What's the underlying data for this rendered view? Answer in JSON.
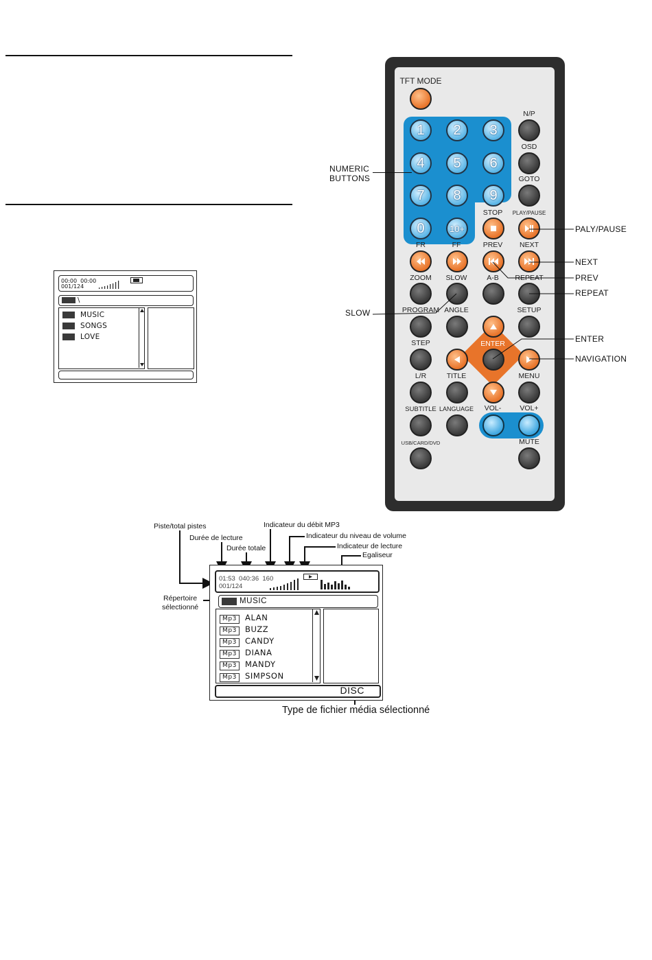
{
  "top_screen": {
    "time_current": "00:00",
    "time_total": "00:00",
    "track": "001/124",
    "path": "\\",
    "folders": [
      "MUSIC",
      "SONGS",
      "LOVE"
    ]
  },
  "remote": {
    "labels": {
      "tft_mode": "TFT MODE",
      "np": "N/P",
      "osd": "OSD",
      "goto": "GOTO",
      "stop": "STOP",
      "play_pause": "PLAY/PAUSE",
      "fr": "FR",
      "ff": "FF",
      "prev": "PREV",
      "next": "NEXT",
      "zoom": "ZOOM",
      "slow": "SLOW",
      "ab": "A-B",
      "repeat": "REPEAT",
      "program": "PROGRAM",
      "angle": "ANGLE",
      "setup": "SETUP",
      "step": "STEP",
      "enter": "ENTER",
      "lr": "L/R",
      "title": "TITLE",
      "menu": "MENU",
      "subtitle": "SUBTITLE",
      "language": "LANGUAGE",
      "vol_minus": "VOL-",
      "vol_plus": "VOL+",
      "usb_card_dvd": "USB/CARD/DVD",
      "mute": "MUTE"
    },
    "digits": [
      "1",
      "2",
      "3",
      "4",
      "5",
      "6",
      "7",
      "8",
      "9",
      "0",
      "10+"
    ],
    "callouts": {
      "numeric_line1": "NUMERIC",
      "numeric_line2": "BUTTONS",
      "slow": "SLOW",
      "paly_pause": "PALY/PAUSE",
      "next": "NEXT",
      "prev": "PREV",
      "repeat": "REPEAT",
      "enter": "ENTER",
      "navigation": "NAVIGATION"
    },
    "colors": {
      "body": "#2d2d2d",
      "face": "#e9e9e9",
      "numpad": "#1b8fcf",
      "orange": "#e8742a"
    }
  },
  "bottom_screen": {
    "annotations": {
      "piste": "Piste/total pistes",
      "duree_lecture": "Durée de lecture",
      "duree_totale": "Durée totale",
      "debit": "Indicateur du débit MP3",
      "volume": "Indicateur du niveau de volume",
      "lecture": "Indicateur de lecture",
      "egaliseur": "Egaliseur",
      "repertoire1": "Répertoire",
      "repertoire2": "sélectionné",
      "type_fichier": "Type de fichier média sélectionné"
    },
    "status_line1": "01:53  040:36  160",
    "status_line2": "001/124",
    "folder": "MUSIC",
    "file_tag": "Mp3",
    "files": [
      "ALAN",
      "BUZZ",
      "CANDY",
      "DIANA",
      "MANDY",
      "SIMPSON"
    ],
    "media_type": "DISC"
  }
}
